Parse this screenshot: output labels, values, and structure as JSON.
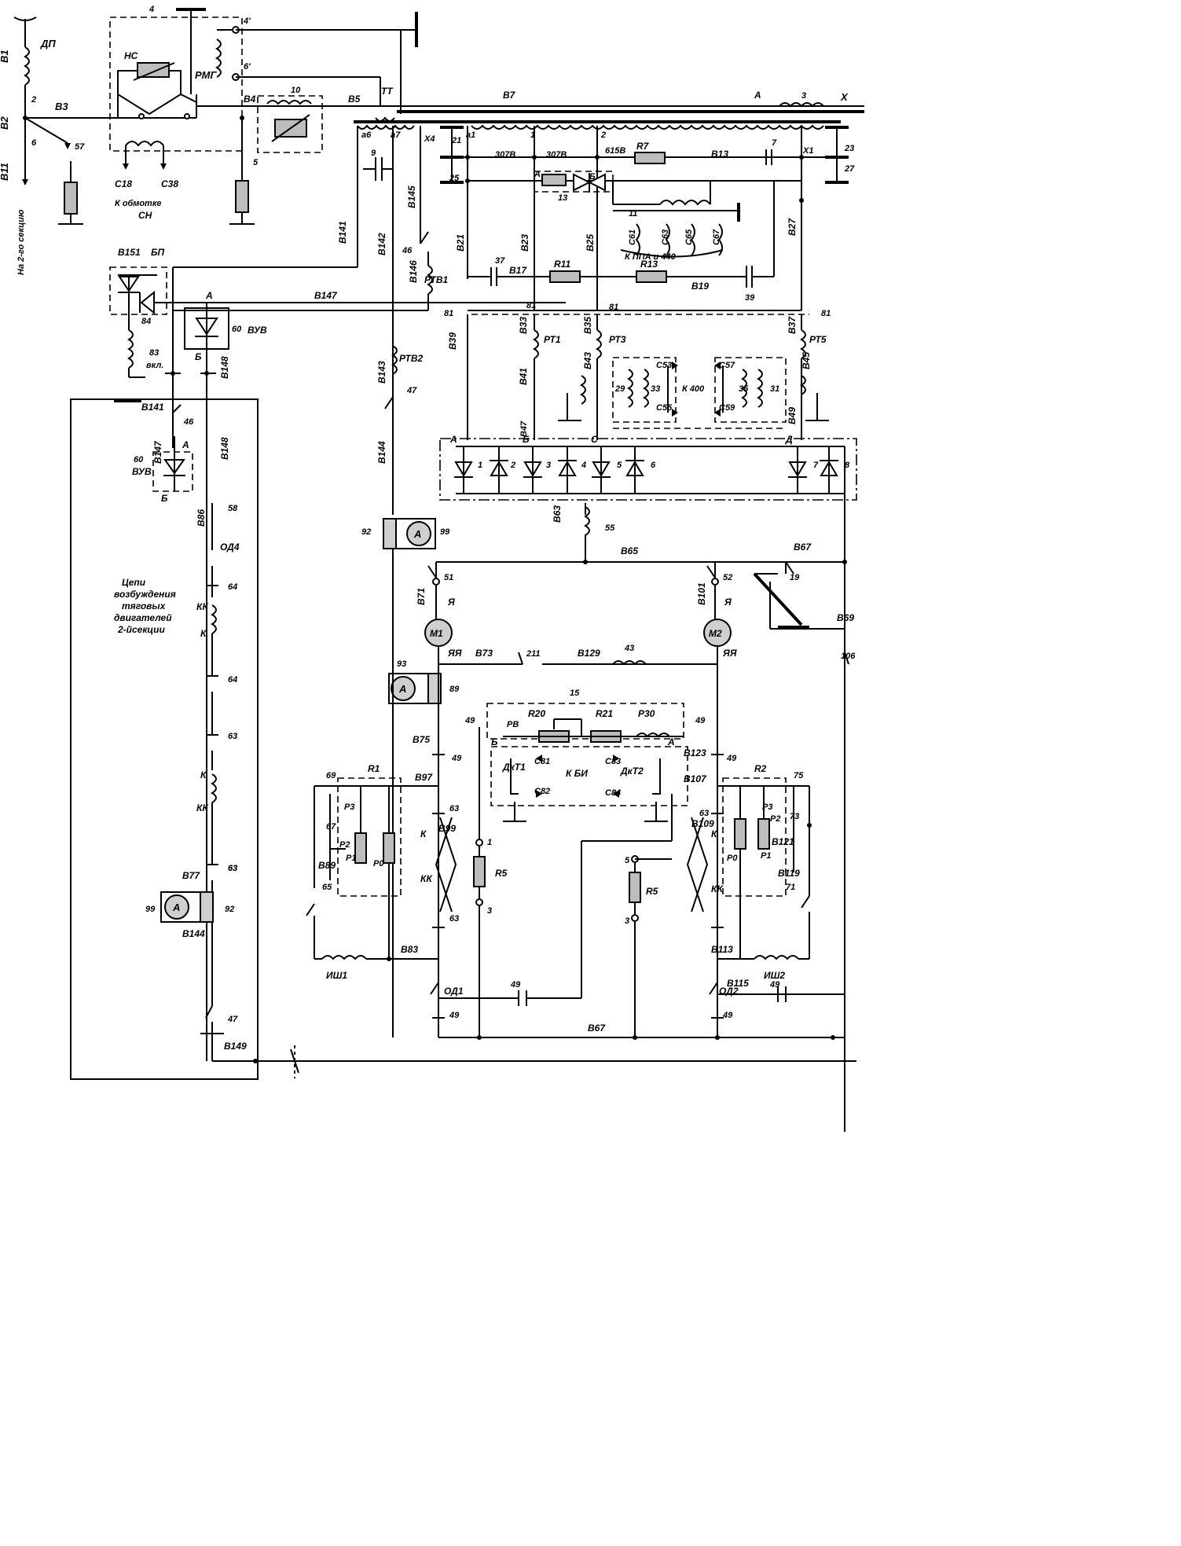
{
  "labels": {
    "v1": "В1",
    "dp": "ДП",
    "v2": "В2",
    "n2": "2",
    "v3": "В3",
    "n6": "6",
    "v11": "В11",
    "n57": "57",
    "sec2": "На 2-го секцию",
    "n4": "4",
    "ns": "НС",
    "rmg": "РМГ",
    "n4p": "4'",
    "n6p": "6'",
    "v4": "В4",
    "n10": "10",
    "v5": "В5",
    "tt": "ТТ",
    "v7": "В7",
    "a_top": "А",
    "n3": "3",
    "x_top": "Х",
    "c18": "С18",
    "c38": "С38",
    "k_obm": "К обмотке",
    "ch": "СН",
    "n5": "5",
    "a6": "а6",
    "a7": "а7",
    "a1": "а1",
    "n9": "9",
    "x4": "Х4",
    "n21": "21",
    "n25": "25",
    "n1": "1",
    "n2b": "2",
    "v307a": "307В",
    "v307b": "307В",
    "v615": "615В",
    "r7": "R7",
    "v13": "В13",
    "n7": "7",
    "x1": "Х1",
    "n23": "23",
    "n27": "27",
    "a_13": "А",
    "n13": "13",
    "b_13": "Б",
    "n11": "11",
    "v141": "В141",
    "v142": "В142",
    "v145": "В145",
    "v21": "В21",
    "v23": "В23",
    "v25": "В25",
    "v27": "В27",
    "c61": "С61",
    "c63": "С63",
    "c65": "С65",
    "c67": "С67",
    "kppa": "К ППА и 440",
    "n46": "46",
    "v146": "В146",
    "rtv1": "РТВ1",
    "n37": "37",
    "v17": "В17",
    "r11": "R11",
    "r13": "R13",
    "v19": "В19",
    "n39": "39",
    "v151": "В151",
    "bp": "БП",
    "v147": "В147",
    "a_vuv": "А",
    "n60": "60",
    "vuv": "ВУВ",
    "n84": "84",
    "n83": "83",
    "vkl": "вкл.",
    "b_vuv": "Б",
    "v148": "В148",
    "n81a": "81",
    "n81b": "81",
    "n81c": "81",
    "n81d": "81",
    "n81e": "81",
    "v39": "В39",
    "v33": "В33",
    "rt1": "РТ1",
    "v35": "В35",
    "rt3": "РТ3",
    "v37": "В37",
    "rt5": "РТ5",
    "rtv2": "РТВ2",
    "v143": "В143",
    "n47": "47",
    "v41": "В41",
    "v43": "В43",
    "n29": "29",
    "n33": "33",
    "c53": "С53",
    "c55": "С55",
    "k400": "К 400",
    "c57": "С57",
    "c59": "С59",
    "n35": "35",
    "n31": "31",
    "v45": "В45",
    "v141b": "В141",
    "n46b": "46",
    "v147b": "В147",
    "n60b": "60",
    "vuvb": "ВУВ",
    "a_vuvb": "А",
    "b_vuvb": "Б",
    "v148b": "В148",
    "v144": "В144",
    "v47": "В47",
    "v49": "В49",
    "d_a": "А",
    "d_b": "Б",
    "d_c": "С",
    "d_d": "Д",
    "d1": "1",
    "d2": "2",
    "d3": "3",
    "d4": "4",
    "d5": "5",
    "d6": "6",
    "d7": "7",
    "d8": "8",
    "n58": "58",
    "v86": "В86",
    "od4": "ОД4",
    "n92": "92",
    "n99": "99",
    "amm": "А",
    "v63": "В63",
    "n55": "55",
    "v65": "В65",
    "v67t": "В67",
    "n19": "19",
    "n51": "51",
    "n52": "52",
    "v71": "В71",
    "ya1": "Я",
    "m1": "М1",
    "v101": "В101",
    "ya2": "Я",
    "m2": "М2",
    "v69": "В69",
    "n106": "106",
    "tsepi1": "Цепи",
    "tsepi2": "возбуждения",
    "tsepi3": "тяговых",
    "tsepi4": "двигателей",
    "tsepi5": "2-йсекции",
    "n64a": "64",
    "kk1": "КК",
    "k1": "К",
    "n64b": "64",
    "n63a": "63",
    "k2": "К",
    "kk2": "КК",
    "n63b": "63",
    "yaya1": "ЯЯ",
    "v73": "В73",
    "n211": "211",
    "v129": "В129",
    "n43": "43",
    "yaya2": "ЯЯ",
    "n93": "93",
    "amm2": "А",
    "n89": "89",
    "n15": "15",
    "r20": "R20",
    "r21": "R21",
    "r30": "Р30",
    "rv": "РВ",
    "n49a": "49",
    "b_rv": "Б",
    "a_rv": "А",
    "n49b": "49",
    "v75": "В75",
    "v123": "В123",
    "n49c": "49",
    "n49d": "49",
    "n69": "69",
    "r1": "R1",
    "dkt1": "ДкТ1",
    "c81": "С81",
    "c82": "С82",
    "kbi": "К БИ",
    "c83": "С83",
    "dkt2": "ДкТ2",
    "c84": "С84",
    "r2": "R2",
    "n75": "75",
    "v97": "В97",
    "v107": "В107",
    "n67": "67",
    "p3a": "Р3",
    "p2a": "Р2",
    "p1a": "Р1",
    "p0a": "Р0",
    "n63c": "63",
    "v99": "В99",
    "k3": "К",
    "kk3": "КК",
    "n1b": "1",
    "r5a": "R5",
    "n3b": "3",
    "n5b": "5",
    "r5b": "R5",
    "n3c": "3",
    "n63d": "63",
    "v109": "В109",
    "k4": "К",
    "kk4": "КК",
    "p3b": "Р3",
    "p2b": "Р2",
    "n73": "73",
    "v121": "В121",
    "p1b": "Р1",
    "p0b": "Р0",
    "v89": "В89",
    "n65": "65",
    "v119": "В119",
    "n71": "71",
    "v77": "В77",
    "n99b": "99",
    "n92b": "92",
    "amm3": "А",
    "v144b": "В144",
    "n63e": "63",
    "n63f": "63",
    "ish1": "ИШ1",
    "v83": "В83",
    "ish2": "ИШ2",
    "v113": "В113",
    "od1": "ОД1",
    "od2": "ОД2",
    "v115": "В115",
    "n49e": "49",
    "n49f": "49",
    "n49g": "49",
    "n49h": "49",
    "v67b": "В67",
    "n47b": "47",
    "v149": "В149"
  }
}
